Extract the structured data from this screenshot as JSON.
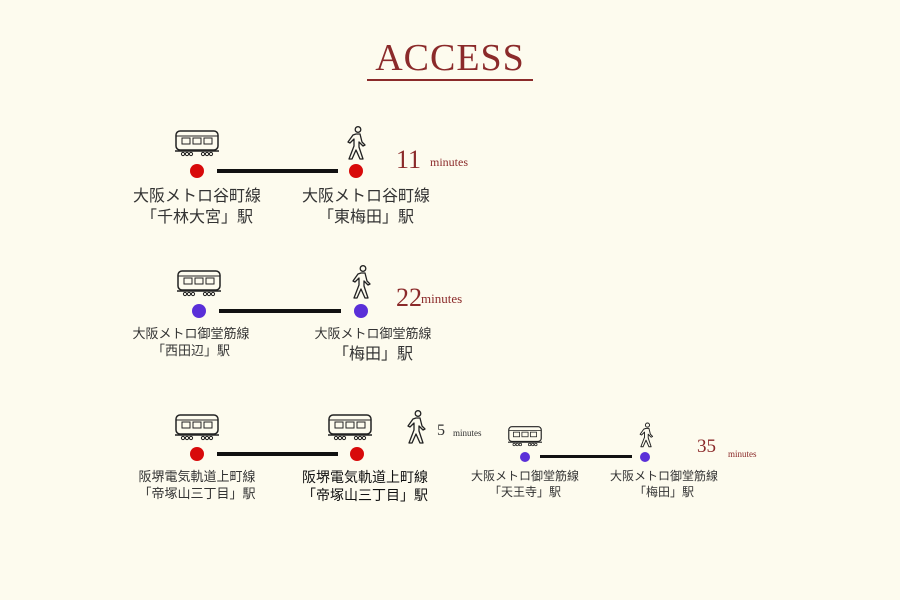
{
  "title": "ACCESS",
  "colors": {
    "accent": "#8b2a2a",
    "red_line": "#d80a0a",
    "purple_line": "#5a2fd8"
  },
  "routes": [
    {
      "from": {
        "line": "大阪メトロ谷町線",
        "station": "「千林大宮」駅"
      },
      "to": {
        "line": "大阪メトロ谷町線",
        "station": "「東梅田」駅"
      },
      "time": "11",
      "unit": "minutes"
    },
    {
      "from": {
        "line": "大阪メトロ御堂筋線",
        "station": "「西田辺」駅"
      },
      "to": {
        "line": "大阪メトロ御堂筋線",
        "station": "「梅田」駅"
      },
      "time": "22",
      "unit": "minutes"
    },
    {
      "from": {
        "line": "阪堺電気軌道上町線",
        "station": "「帝塚山三丁目」駅"
      },
      "to": {
        "line": "阪堺電気軌道上町線",
        "station": "「帝塚山三丁目」駅"
      },
      "time": "5",
      "unit": "minutes"
    },
    {
      "from": {
        "line": "大阪メトロ御堂筋線",
        "station": "「天王寺」駅"
      },
      "to": {
        "line": "大阪メトロ御堂筋線",
        "station": "「梅田」駅"
      },
      "time": "35",
      "unit": "minutes"
    }
  ]
}
